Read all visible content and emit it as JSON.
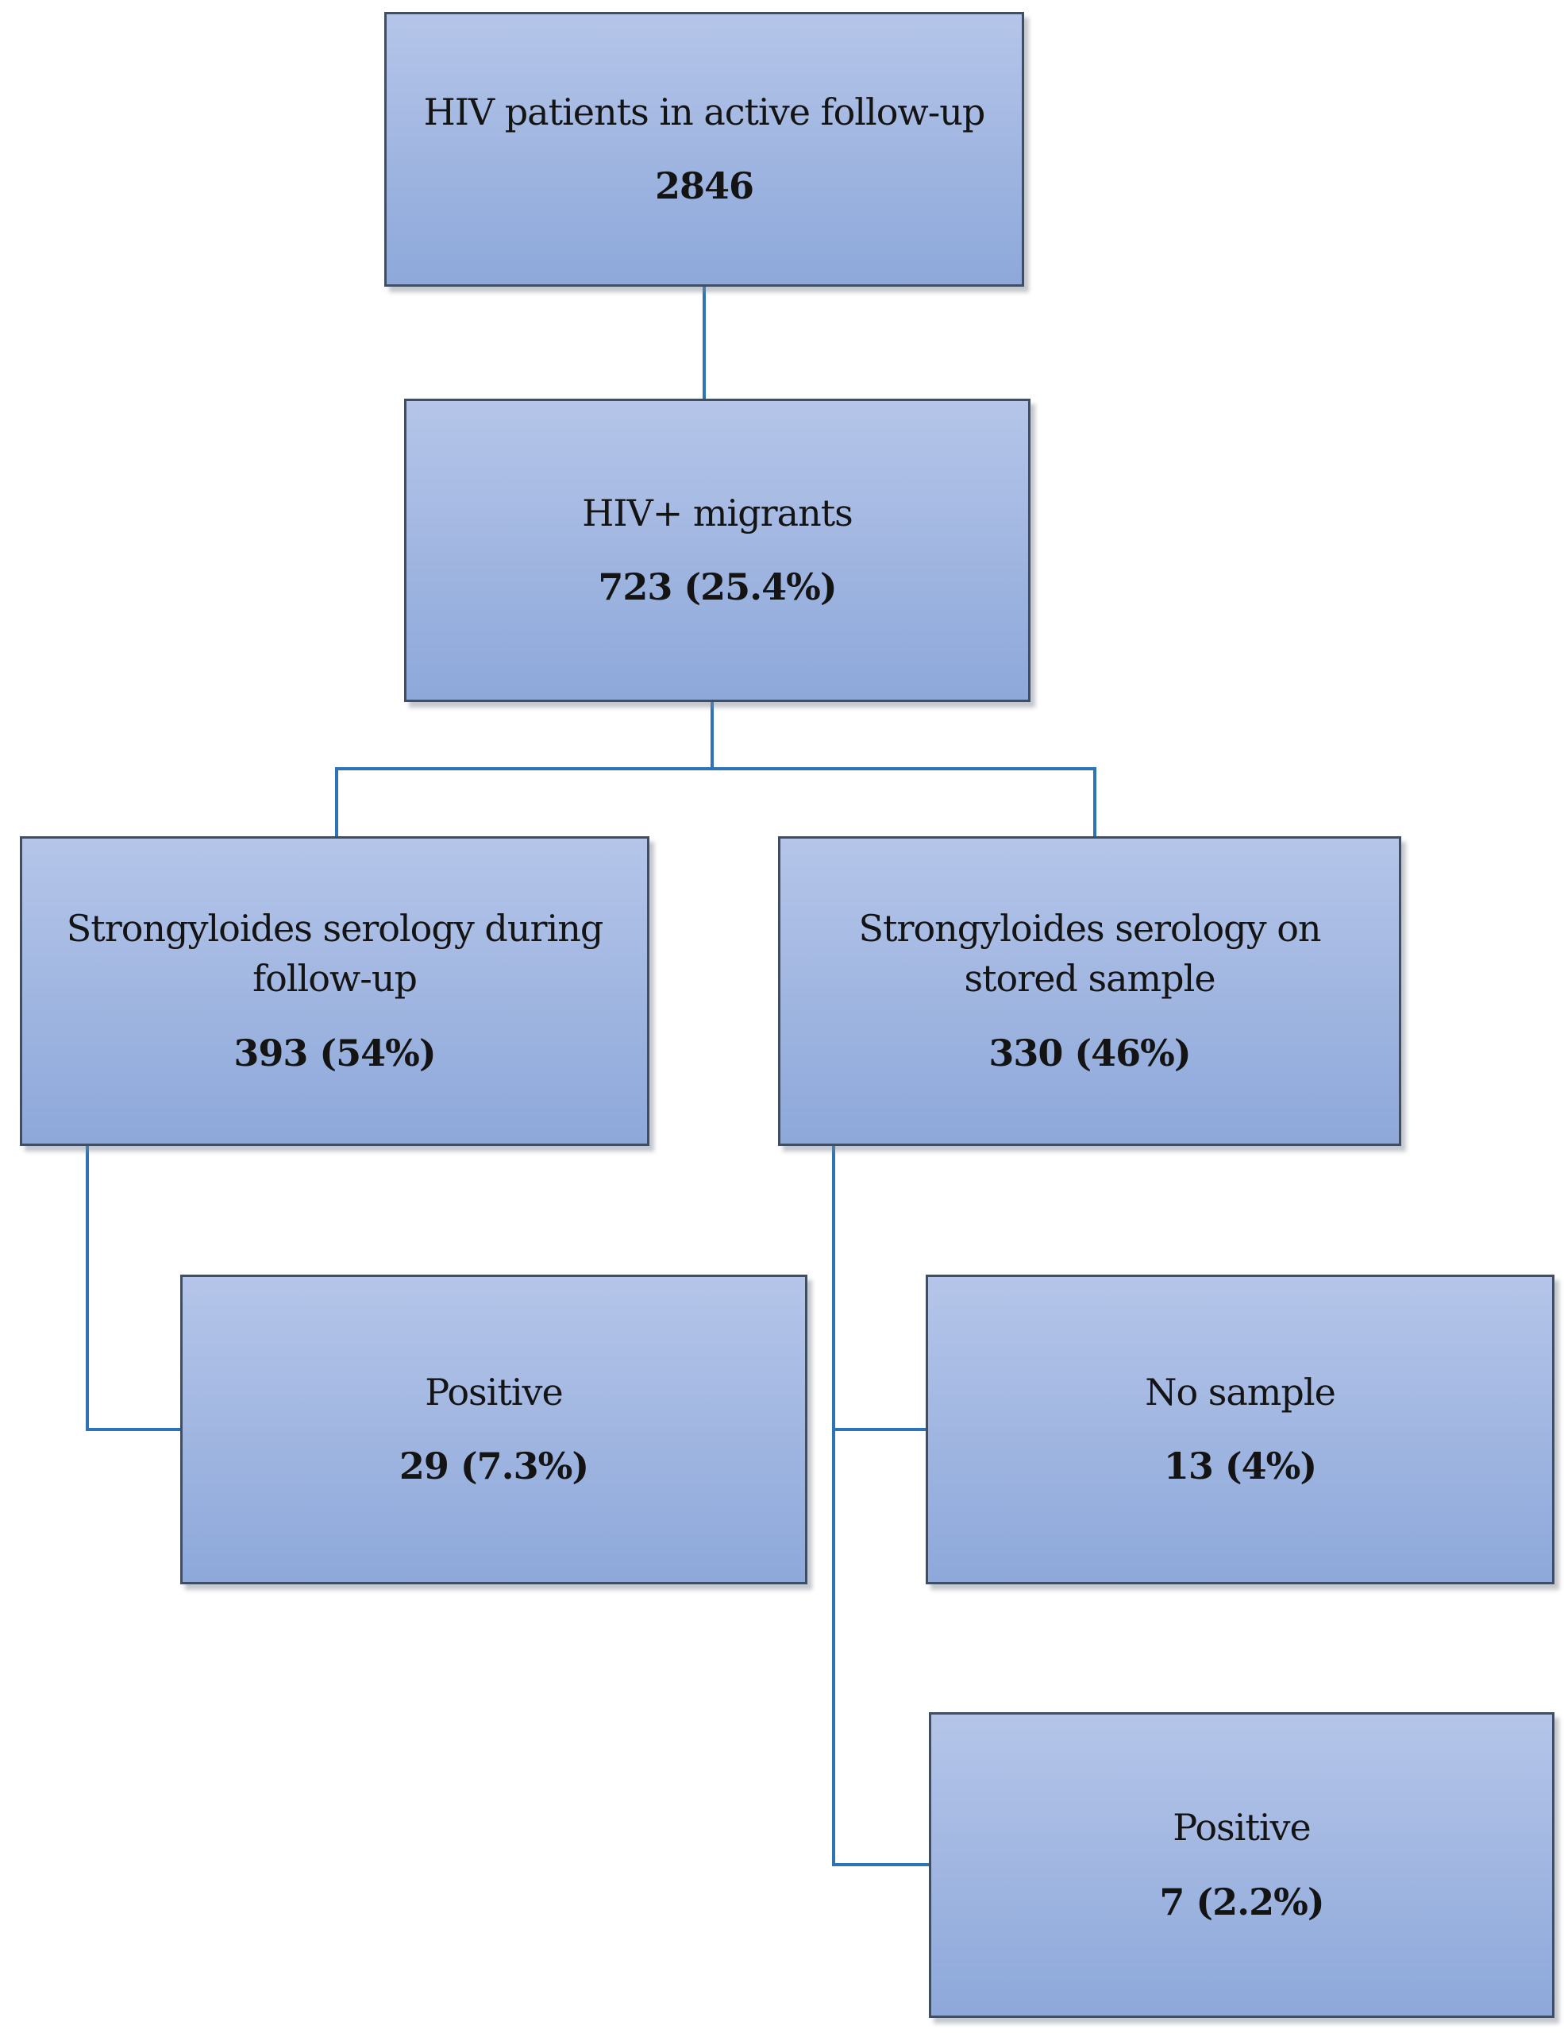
{
  "figure": {
    "type": "flowchart",
    "description": "Strongyloides serology screening flow among HIV patients"
  },
  "colors": {
    "box_fill_top": "#b5c5e9",
    "box_fill_bottom": "#8da8da",
    "box_border": "#3f4e63",
    "connector": "#2e74b5",
    "text": "#141414",
    "background": "#ffffff"
  },
  "nodes": {
    "hiv_patients": {
      "line1": "HIV patients in active follow-up",
      "line2": "",
      "value": "2846"
    },
    "hiv_migrants": {
      "line1": "HIV+ migrants",
      "line2": "",
      "value": "723 (25.4%)"
    },
    "serology_during_followup": {
      "line1": "Strongyloides serology during",
      "line2": "follow-up",
      "value": "393 (54%)"
    },
    "serology_stored_sample": {
      "line1": "Strongyloides serology on",
      "line2": "stored sample",
      "value": "330 (46%)"
    },
    "positive_followup": {
      "line1": "Positive",
      "line2": "",
      "value": "29 (7.3%)"
    },
    "no_sample": {
      "line1": "No sample",
      "line2": "",
      "value": "13 (4%)"
    },
    "positive_stored": {
      "line1": "Positive",
      "line2": "",
      "value": "7 (2.2%)"
    }
  }
}
